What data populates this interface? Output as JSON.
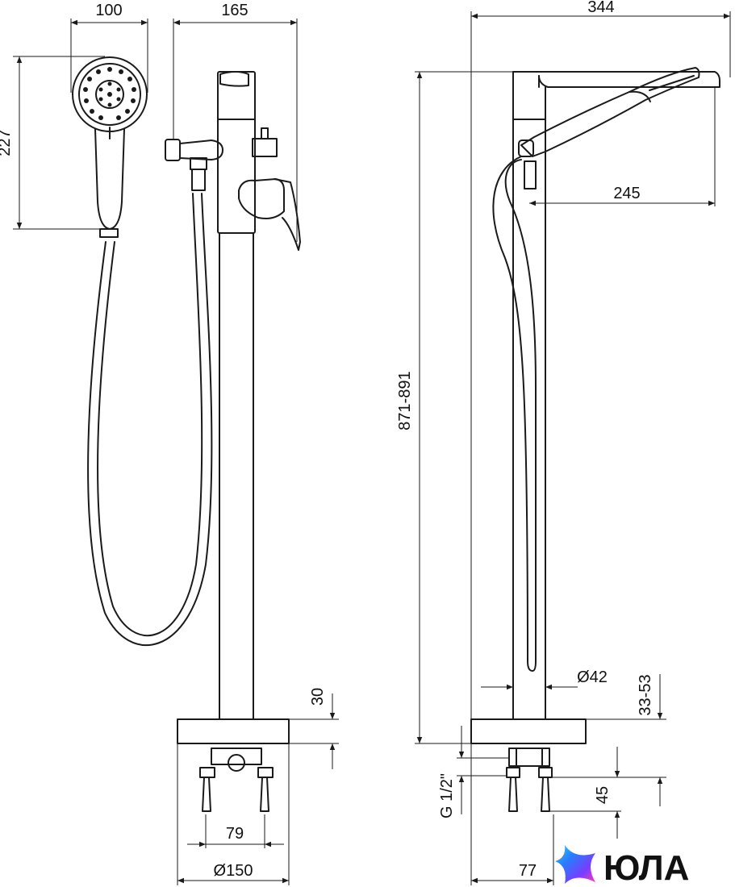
{
  "dimensions": {
    "handshower_width": "100",
    "column_to_hook_width": "165",
    "handshower_height": "227",
    "mount_gap": "79",
    "base_diameter": "Ø150",
    "base_thickness": "30",
    "overall_width": "344",
    "spout_reach": "245",
    "overall_height": "871-891",
    "column_diameter": "Ø42",
    "adjust_range": "33-53",
    "connection_thread": "G 1/2\"",
    "bracket_height": "45",
    "bracket_width": "77"
  },
  "brand": {
    "name": "ЮЛА",
    "colors": [
      "#2a7bff",
      "#7a3cff",
      "#ff3ea5",
      "#27d4ff"
    ]
  }
}
